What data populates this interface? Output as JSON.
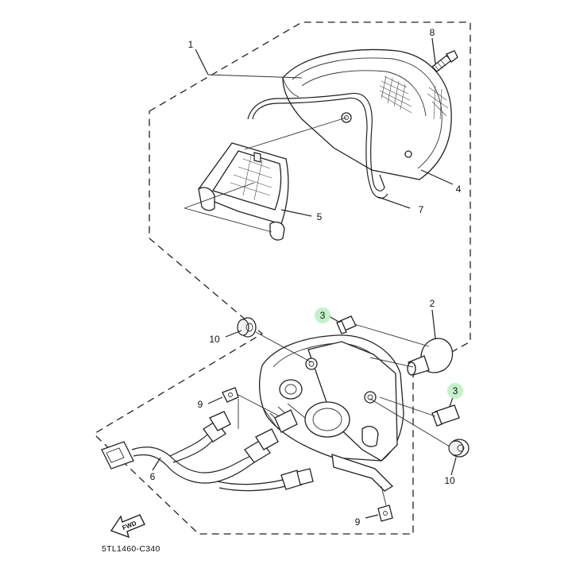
{
  "diagram": {
    "part_labels": [
      {
        "id": "1",
        "text": "1"
      },
      {
        "id": "2",
        "text": "2"
      },
      {
        "id": "3a",
        "text": "3",
        "highlight": true
      },
      {
        "id": "3b",
        "text": "3",
        "highlight": true
      },
      {
        "id": "4",
        "text": "4"
      },
      {
        "id": "5",
        "text": "5"
      },
      {
        "id": "6",
        "text": "6"
      },
      {
        "id": "7",
        "text": "7"
      },
      {
        "id": "8",
        "text": "8"
      },
      {
        "id": "9a",
        "text": "9"
      },
      {
        "id": "9b",
        "text": "9"
      },
      {
        "id": "10a",
        "text": "10"
      },
      {
        "id": "10b",
        "text": "10"
      }
    ],
    "direction_label": "FWD",
    "figure_code": "5TL1460-C340",
    "highlight_color": "#b9f0bf"
  }
}
